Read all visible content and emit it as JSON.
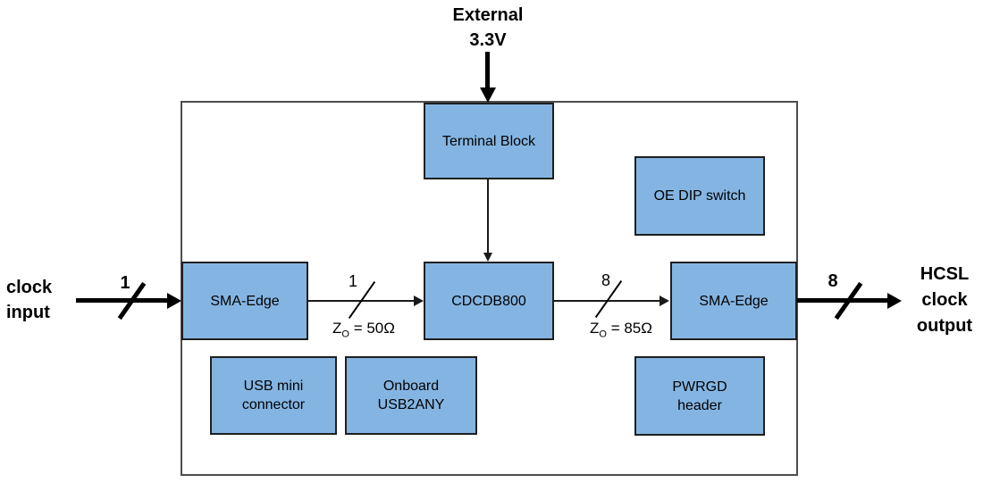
{
  "colors": {
    "block_fill": "#84b5e2",
    "block_border": "#1f1f1f",
    "board_border": "#4d4d4d",
    "wire": "#000000",
    "text": "#000000"
  },
  "external_supply": {
    "line1": "External",
    "line2": "3.3V"
  },
  "left_label": {
    "line1": "clock",
    "line2": "input"
  },
  "right_label": {
    "line1": "HCSL",
    "line2": "clock",
    "line3": "output"
  },
  "blocks": {
    "terminal_block": {
      "label": "Terminal Block"
    },
    "oe_dip_switch": {
      "label": "OE DIP switch"
    },
    "sma_edge_left": {
      "label": "SMA-Edge"
    },
    "cdcdb800": {
      "label": "CDCDB800"
    },
    "sma_edge_right": {
      "label": "SMA-Edge"
    },
    "usb_mini": {
      "line1": "USB mini",
      "line2": "connector"
    },
    "onboard_usb2any": {
      "line1": "Onboard",
      "line2": "USB2ANY"
    },
    "pwrgd_header": {
      "line1": "PWRGD",
      "line2": "header"
    }
  },
  "buses": {
    "input": {
      "width": "1"
    },
    "sma_to_cdcdb800": {
      "width": "1",
      "impedance_base": "Z",
      "impedance_sub": "O",
      "impedance_value": " = 50Ω"
    },
    "cdcdb800_to_sma": {
      "width": "8",
      "impedance_base": "Z",
      "impedance_sub": "O",
      "impedance_value": " = 85Ω"
    },
    "output": {
      "width": "8"
    }
  }
}
